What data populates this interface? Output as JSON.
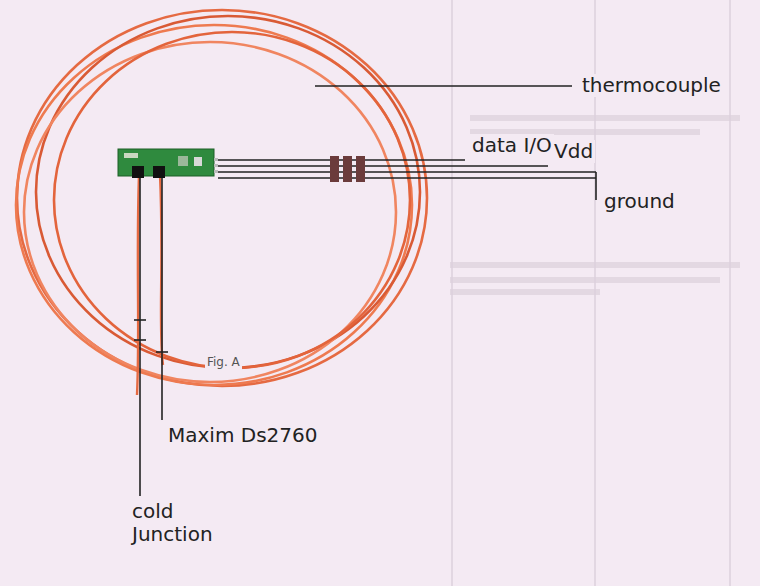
{
  "diagram": {
    "labels": [
      "thermocouple",
      "data I/O",
      "Vdd",
      "ground",
      "Fig. A",
      "Maxim Ds2760",
      "cold Junction"
    ]
  }
}
